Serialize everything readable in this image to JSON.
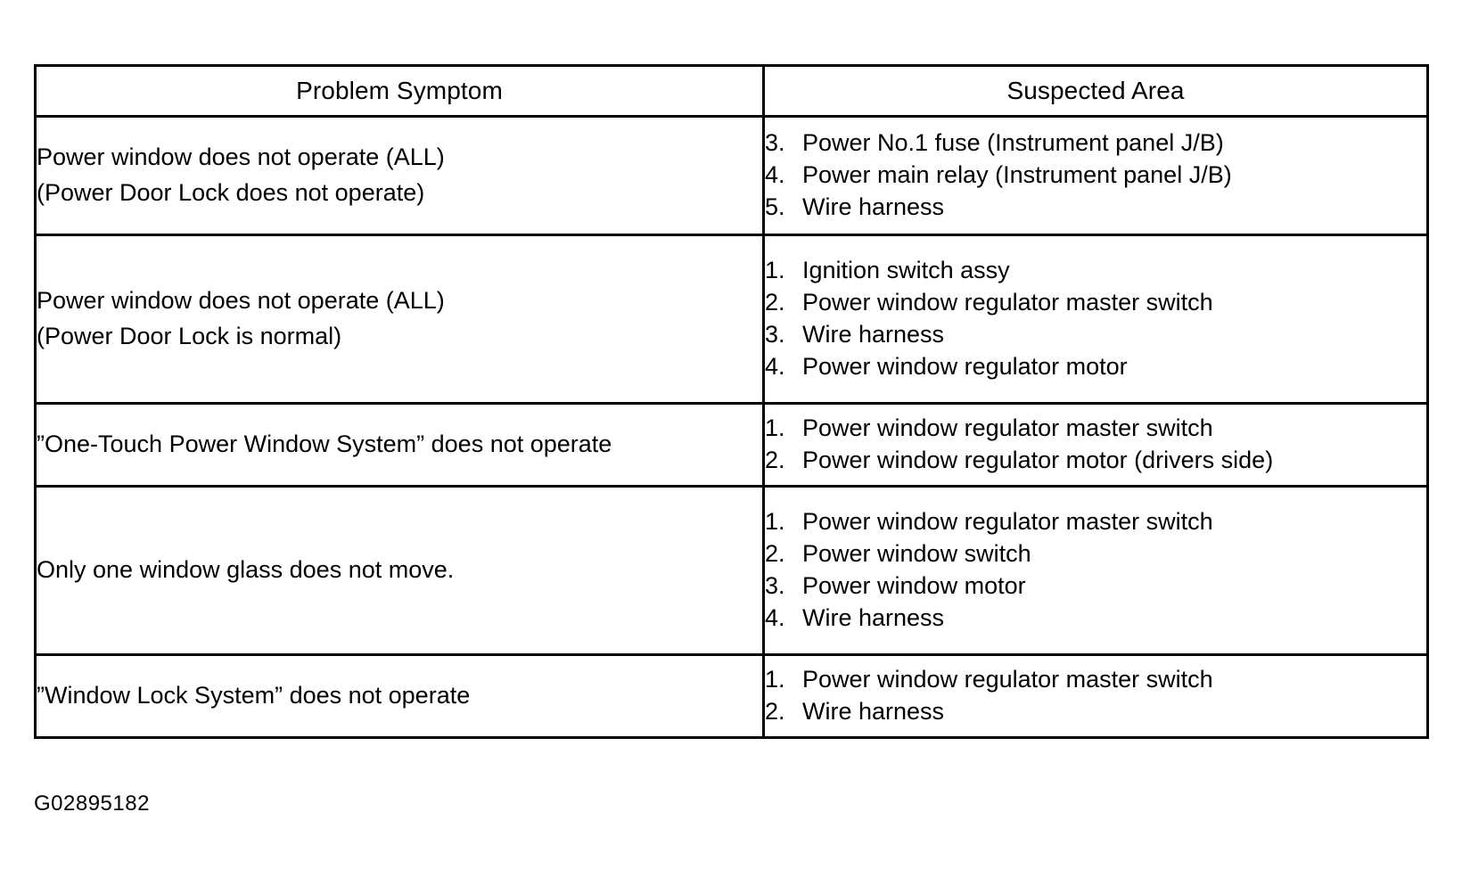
{
  "figure": {
    "caption": "G02895182"
  },
  "table": {
    "headers": {
      "symptom": "Problem Symptom",
      "area": "Suspected Area"
    },
    "rows": [
      {
        "symptom_lines": [
          "Power window does not operate (ALL)",
          "(Power Door Lock does not operate)"
        ],
        "suspected_area": [
          {
            "num": "3.",
            "text": "Power No.1 fuse (Instrument panel J/B)"
          },
          {
            "num": "4.",
            "text": "Power main relay (Instrument panel J/B)"
          },
          {
            "num": "5.",
            "text": "Wire harness"
          }
        ]
      },
      {
        "symptom_lines": [
          "Power window does not operate (ALL)",
          "(Power Door Lock is normal)"
        ],
        "suspected_area": [
          {
            "num": "1.",
            "text": "Ignition switch assy"
          },
          {
            "num": "2.",
            "text": "Power window regulator master switch"
          },
          {
            "num": "3.",
            "text": "Wire harness"
          },
          {
            "num": "4.",
            "text": "Power window regulator motor"
          }
        ]
      },
      {
        "symptom_lines": [
          "”One-Touch Power Window System” does not operate"
        ],
        "suspected_area": [
          {
            "num": "1.",
            "text": "Power window regulator master switch"
          },
          {
            "num": "2.",
            "text": "Power window regulator motor (drivers side)"
          }
        ]
      },
      {
        "symptom_lines": [
          "Only one window glass does not move."
        ],
        "suspected_area": [
          {
            "num": "1.",
            "text": "Power window regulator master switch"
          },
          {
            "num": "2.",
            "text": "Power window switch"
          },
          {
            "num": "3.",
            "text": "Power window motor"
          },
          {
            "num": "4.",
            "text": "Wire harness"
          }
        ]
      },
      {
        "symptom_lines": [
          "”Window Lock System” does not operate"
        ],
        "suspected_area": [
          {
            "num": "1.",
            "text": "Power window regulator master switch"
          },
          {
            "num": "2.",
            "text": "Wire harness"
          }
        ]
      }
    ]
  }
}
